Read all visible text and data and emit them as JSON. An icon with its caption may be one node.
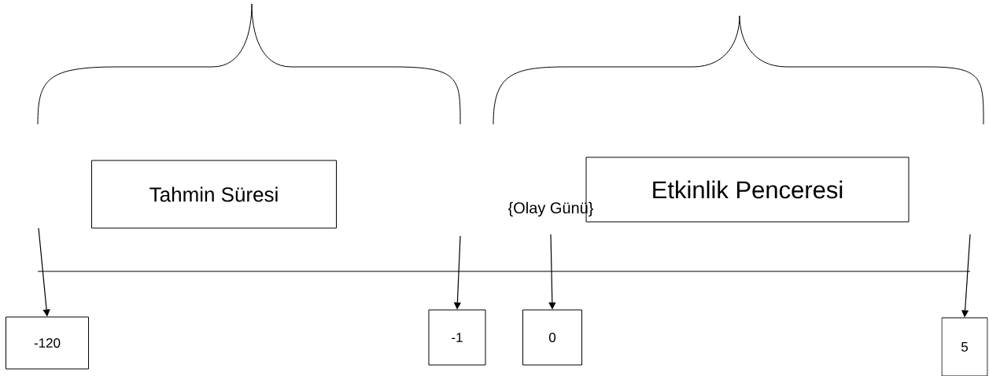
{
  "diagram": {
    "nodes": [
      {
        "text": [
          "Tahmin Süresi"
        ]
      },
      {
        "text": [
          "Etkinlik Penceresi"
        ]
      },
      {
        "text": [
          "-120"
        ]
      },
      {
        "text": [
          "-1"
        ]
      },
      {
        "text": [
          "0"
        ]
      },
      {
        "text": [
          "5"
        ]
      }
    ],
    "edges": [
      {
        "from": null,
        "to": 2,
        "arrow": "to"
      },
      {
        "from": null,
        "to": 3,
        "arrow": "to"
      },
      {
        "from": null,
        "to": 4,
        "arrow": "to"
      },
      {
        "from": null,
        "to": 5,
        "arrow": "to"
      }
    ],
    "labels": [
      "{Olay Günü}"
    ]
  }
}
